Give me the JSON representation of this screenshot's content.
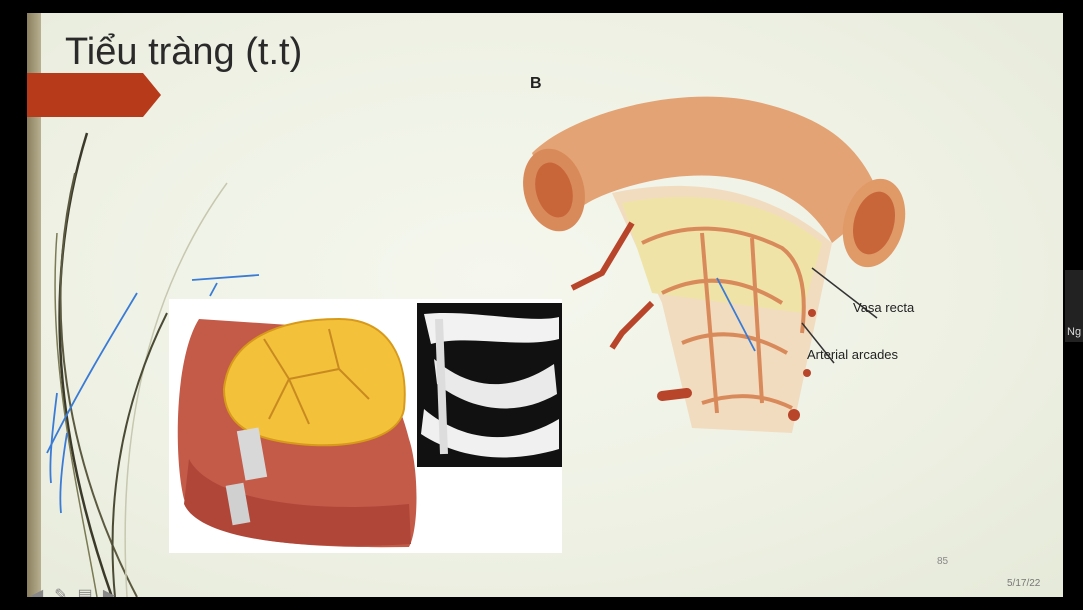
{
  "slide": {
    "title": "Tiểu tràng (t.t)",
    "figure_label": "B",
    "labels": {
      "vasa_recta": "Vasa recta",
      "arterial_arcades": "Arterial arcades"
    },
    "page_number": "85",
    "date": "5/17/22"
  },
  "nav_icons": [
    "arrow-left-icon",
    "pen-icon",
    "menu-icon",
    "arrow-right-icon"
  ],
  "side_panel": {
    "label": "Ng"
  },
  "colors": {
    "ribbon": "#b73a1a",
    "background": "#f0f3e6",
    "annotation_ink": "#3a7bd5"
  }
}
